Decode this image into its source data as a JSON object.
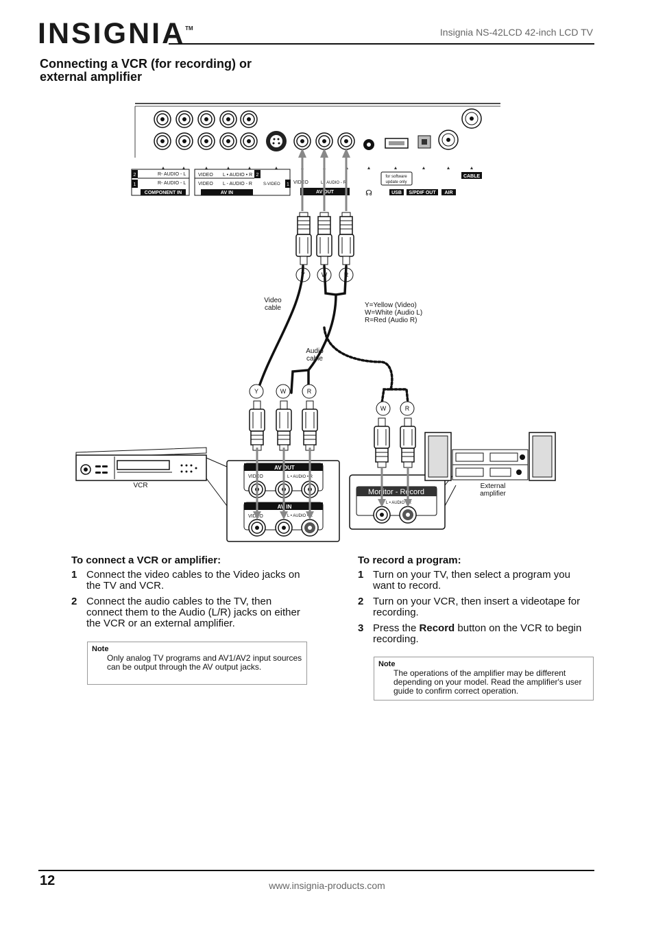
{
  "header": {
    "logo": "INSIGNIA",
    "logo_tm": "TM",
    "title": "Insignia NS-42LCD 42-inch LCD TV"
  },
  "section_title": "Connecting a VCR (for recording) or external amplifier",
  "diagram": {
    "panel_labels": {
      "r_audio_l": "R- AUDIO - L",
      "video": "VIDEO",
      "l_audio_r": "L • AUDIO • R",
      "l_audio_r_small": "L - AUDIO - R",
      "s_video": "S-VIDEO",
      "component_in": "COMPONENT IN",
      "av_in": "AV  IN",
      "av_out": "AV  OUT",
      "software_update": "for software update only",
      "usb": "USB",
      "spdif_out": "S/PDIF OUT",
      "air": "AIR",
      "cable_input": "CABLE",
      "num_2": "2",
      "num_1": "1"
    },
    "plug_labels": {
      "y": "Y",
      "w": "W",
      "r": "R"
    },
    "video_cable": "Video cable",
    "audio_cable": "Audio cable",
    "legend": [
      "Y=Yellow (Video)",
      "W=White (Audio L)",
      "R=Red (Audio R)"
    ],
    "vcr": "VCR",
    "vcr_panel": {
      "av_out": "AV OUT",
      "av_in": "AV IN",
      "video": "VIDEO",
      "l_audio_r": "L • AUDIO • R"
    },
    "amp_panel": {
      "title": "Monitor - Record",
      "audio": "L • AUDIO • R"
    },
    "external_amplifier": "External amplifier"
  },
  "left_column": {
    "heading": "To connect a VCR or amplifier:",
    "steps": [
      {
        "num": "1",
        "text": "Connect the video cables to the Video jacks on the TV and VCR."
      },
      {
        "num": "2",
        "text": "Connect the audio cables to the TV, then connect them to the Audio (L/R) jacks on either the VCR or an external amplifier."
      }
    ],
    "note_label": "Note",
    "note_text": "Only analog TV programs and AV1/AV2 input sources can be output through the AV output jacks."
  },
  "right_column": {
    "heading": "To record a program:",
    "steps": [
      {
        "num": "1",
        "text": "Turn on your TV, then select a program you want to record."
      },
      {
        "num": "2",
        "text": "Turn on your VCR, then insert a videotape for recording."
      },
      {
        "num": "3",
        "text_before": "Press the ",
        "bold": "Record",
        "text_after": " button on the VCR to begin recording."
      }
    ],
    "note_label": "Note",
    "note_text": "The operations of the amplifier may be different depending on your model. Read the amplifier's user guide to confirm correct operation."
  },
  "footer": {
    "page_number": "12",
    "url": "www.insignia-products.com"
  }
}
